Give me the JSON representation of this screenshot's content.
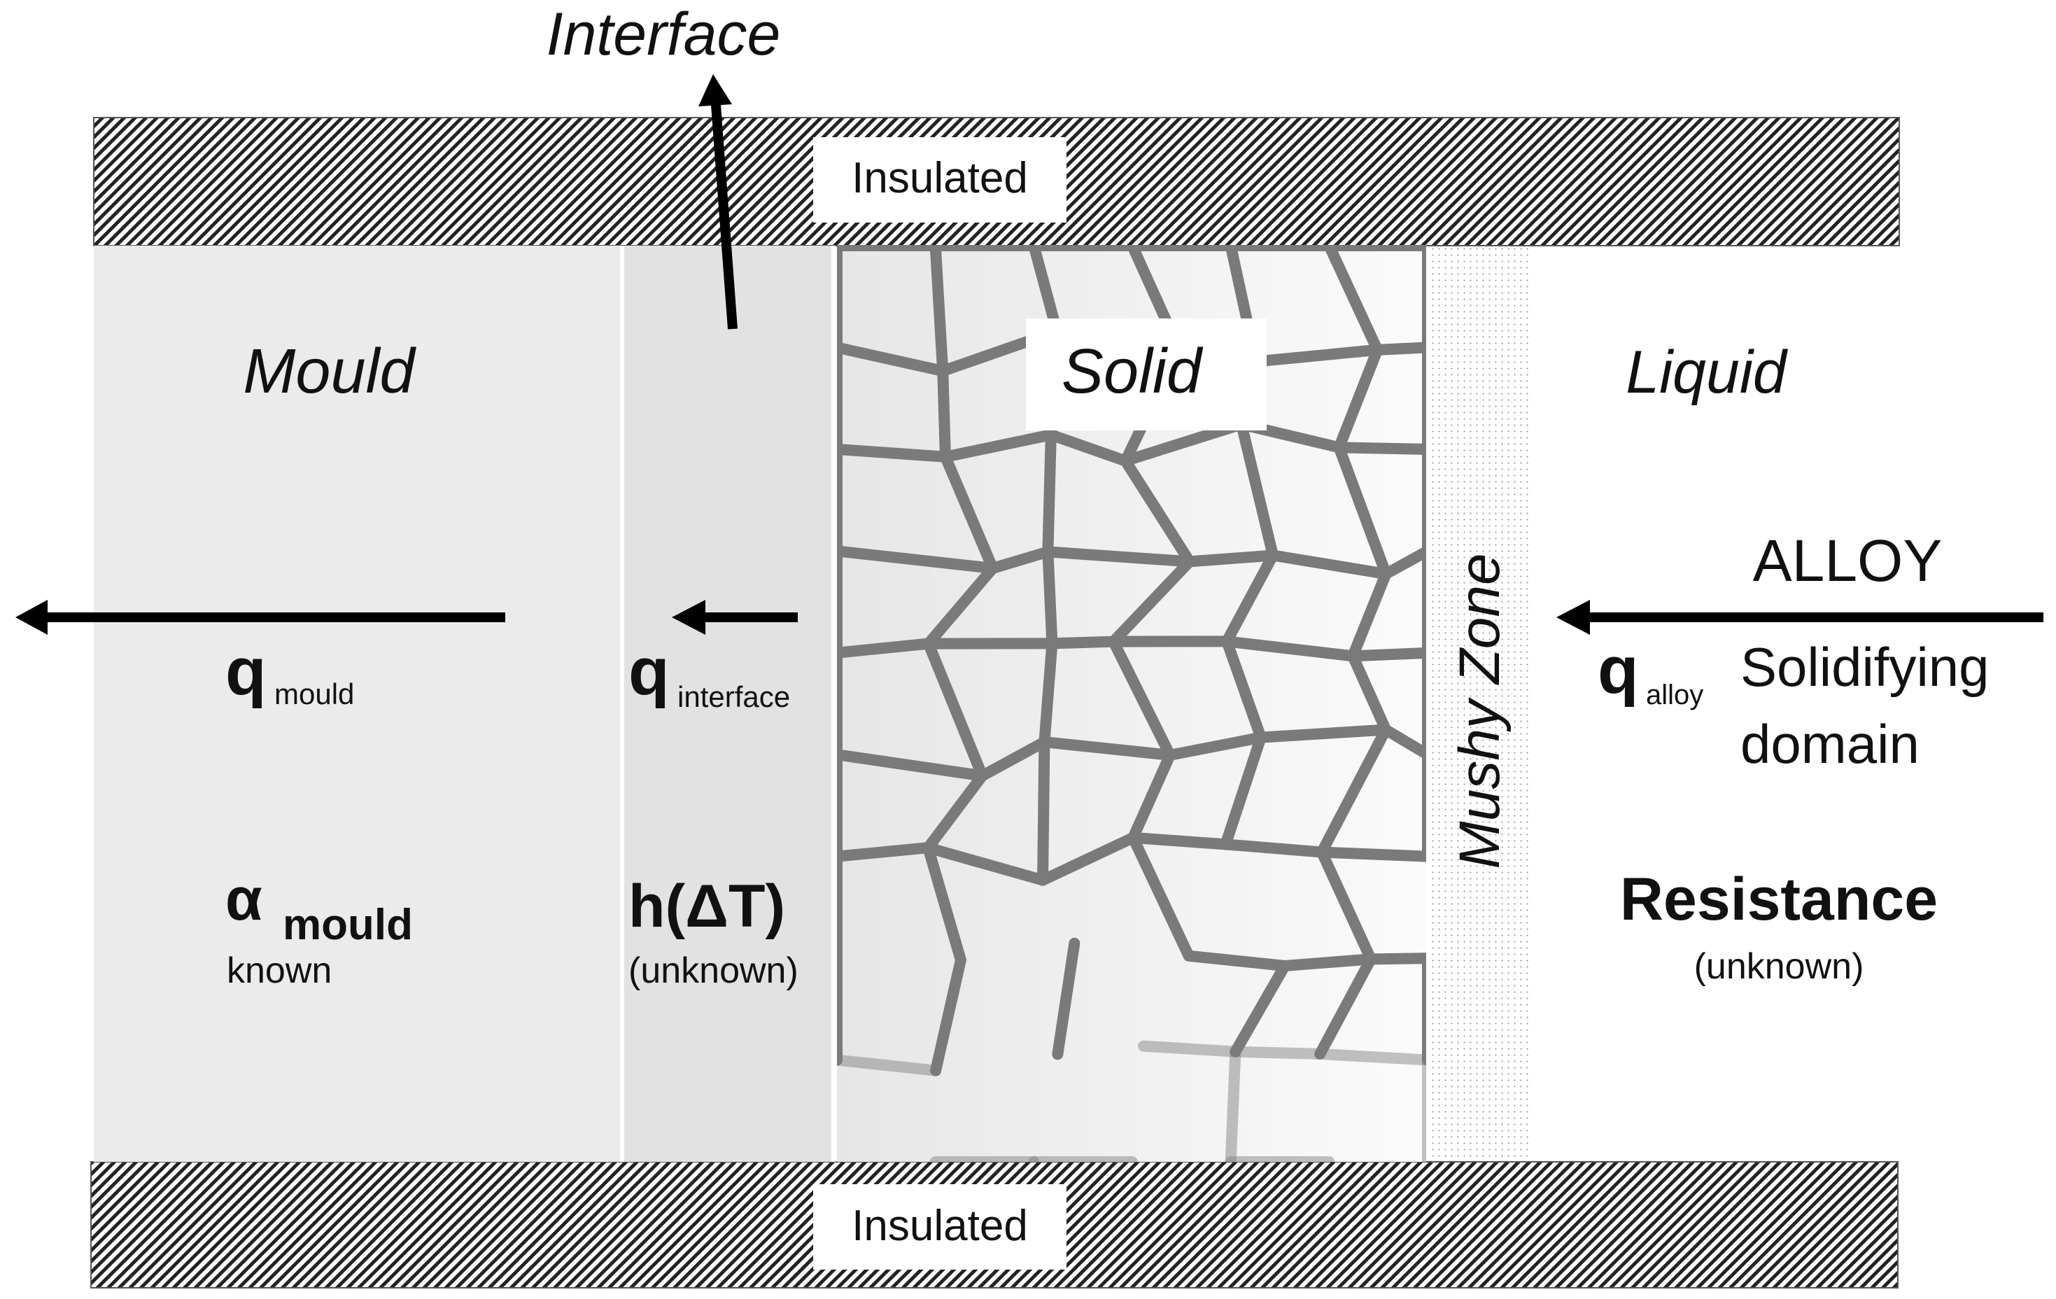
{
  "labels": {
    "interface": "Interface",
    "insulated_top": "Insulated",
    "insulated_bottom": "Insulated",
    "mould": "Mould",
    "solid": "Solid",
    "liquid": "Liquid",
    "mushy_zone": "Mushy Zone",
    "alloy": "ALLOY",
    "q_mould_main": "q",
    "q_mould_sub": "mould",
    "q_interface_main": "q",
    "q_interface_sub": "interface",
    "q_alloy_main": "q",
    "q_alloy_sub": "alloy",
    "solidifying_line1": "Solidifying",
    "solidifying_line2": "domain",
    "alpha_main": "α",
    "alpha_sub": "mould",
    "alpha_note": "known",
    "h_main": "h(ΔT)",
    "h_note": "(unknown)",
    "resistance_main": "Resistance",
    "resistance_note": "(unknown)"
  },
  "colors": {
    "mould_fill": "#ebebeb",
    "interface_fill": "#e2e2e2",
    "grain_boundary": "#7a7a7a",
    "hatch_line": "#222222",
    "arrow": "#000000",
    "text": "#111111"
  }
}
